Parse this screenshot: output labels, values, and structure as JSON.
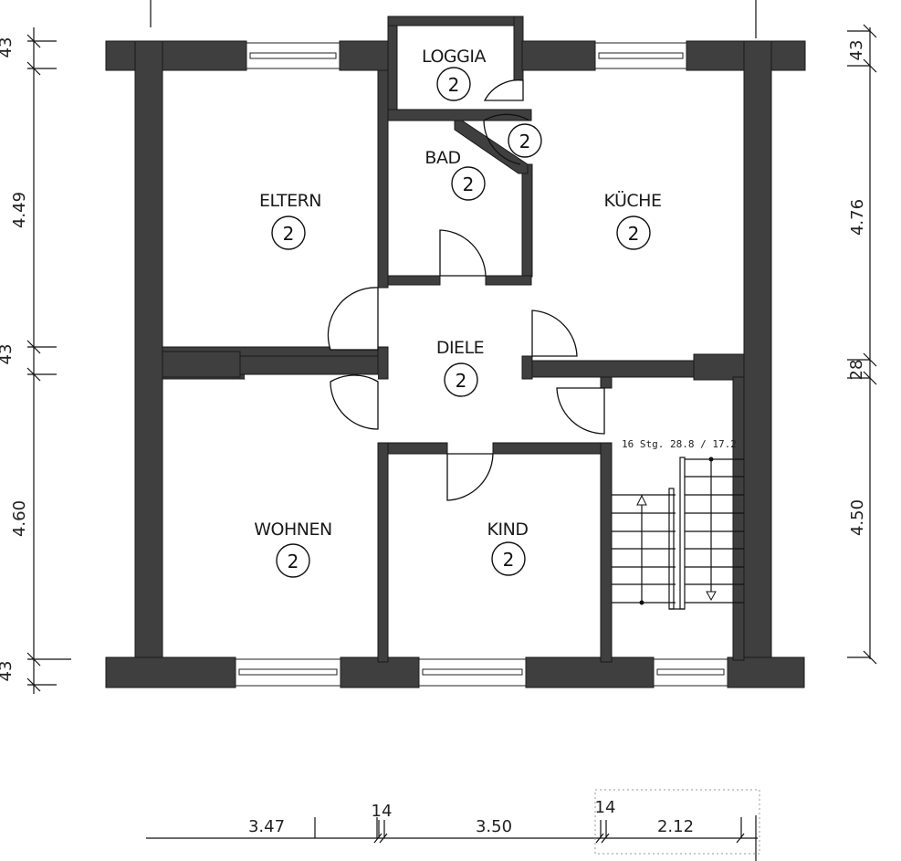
{
  "rooms": {
    "loggia": {
      "name": "LOGGIA",
      "unit": "2"
    },
    "bad": {
      "name": "BAD",
      "unit": "2"
    },
    "bad_door_unit": "2",
    "eltern": {
      "name": "ELTERN",
      "unit": "2"
    },
    "kueche": {
      "name": "KÜCHE",
      "unit": "2"
    },
    "diele": {
      "name": "DIELE",
      "unit": "2"
    },
    "wohnen": {
      "name": "WOHNEN",
      "unit": "2"
    },
    "kind": {
      "name": "KIND",
      "unit": "2"
    }
  },
  "stairs": {
    "label": "16 Stg. 28.8 / 17.2"
  },
  "dimensions": {
    "left": [
      "43",
      "4.49",
      "43",
      "4.60",
      "43"
    ],
    "right": [
      "43",
      "4.76",
      "28",
      "4.50"
    ],
    "bottom": [
      "3.47",
      "14",
      "3.50",
      "14",
      "2.12"
    ]
  }
}
